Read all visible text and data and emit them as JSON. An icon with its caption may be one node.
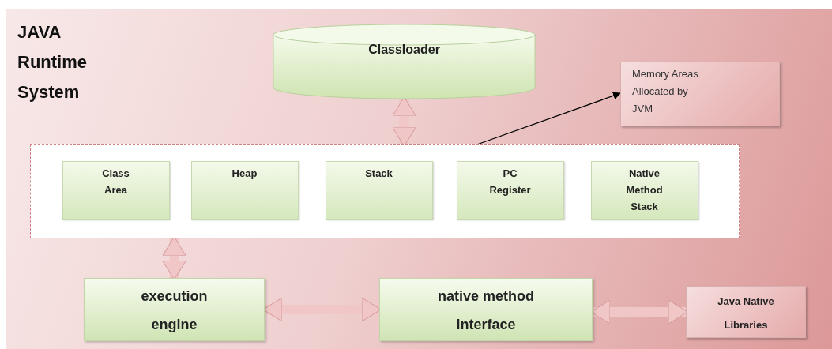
{
  "diagram": {
    "title": "JAVA Runtime System",
    "nodes": [
      {
        "text": [
          "Classloader"
        ]
      },
      {
        "text": [
          "Memory Areas Allocated by JVM"
        ]
      },
      {
        "text": [],
        "shape": "box"
      },
      {
        "text": [
          "Class Area"
        ],
        "in": 2
      },
      {
        "text": [
          "Heap"
        ],
        "in": 2
      },
      {
        "text": [
          "Stack"
        ],
        "in": 2
      },
      {
        "text": [
          "PC Register"
        ],
        "in": 2
      },
      {
        "text": [
          "Native Method Stack"
        ],
        "in": 2
      },
      {
        "text": [
          "execution engine"
        ]
      },
      {
        "text": [
          "native method interface"
        ]
      },
      {
        "text": [
          "Java Native Libraries"
        ]
      }
    ],
    "edges": [
      {
        "from": 0,
        "to": 2,
        "arrow": "both"
      },
      {
        "from": 2,
        "to": 1,
        "arrow": "to",
        "color": "#000000"
      },
      {
        "from": 2,
        "to": 8,
        "arrow": "both"
      },
      {
        "from": 8,
        "to": 9,
        "arrow": "both"
      },
      {
        "from": 9,
        "to": 10,
        "arrow": "both"
      }
    ]
  }
}
